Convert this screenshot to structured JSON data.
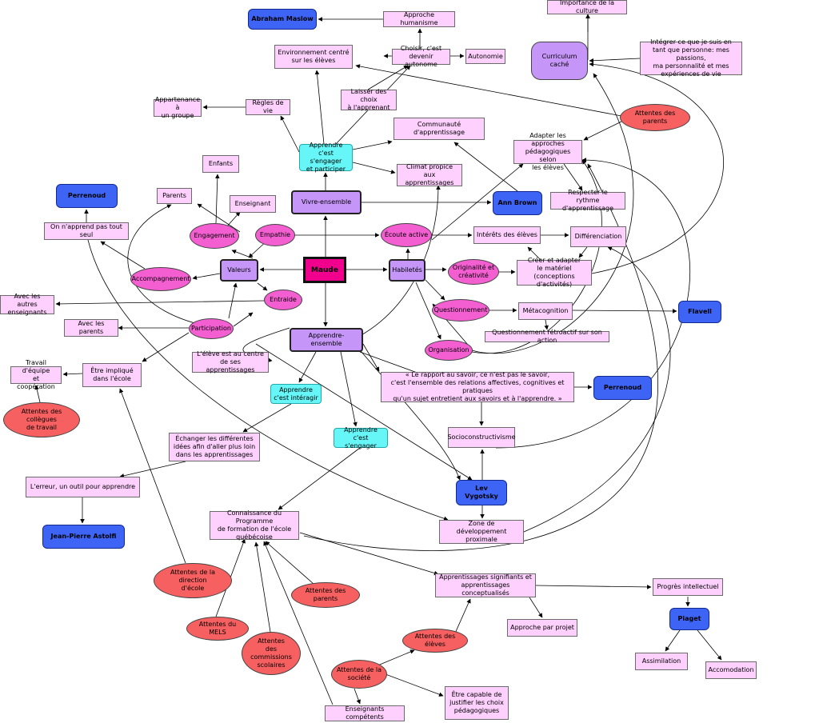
{
  "diagram": {
    "nodes": {
      "maude": "Maude",
      "valeurs": "Valeurs",
      "habiletes": "Habiletés",
      "vivre_ensemble": "Vivre-ensemble",
      "apprendre_ensemble": "Apprendre-ensemble",
      "apprendre_engager_participer": "Apprendre\nc'est s'engager\net participer",
      "apprendre_interagir": "Apprendre\nc'est intéragir",
      "apprendre_engager": "Apprendre\nc'est s'engager",
      "abraham_maslow": "Abraham Maslow",
      "approche_humanisme": "Approche humanisme",
      "choisir_autonome": "Choisir, c'est\ndevenir autonome",
      "autonomie": "Autonomie",
      "environnement_centre": "Environnement centré\nsur les élèves",
      "laisser_choix": "Laisser des choix\nà l'apprenant",
      "regles_vie": "Règles de vie",
      "appartenance": "Appartenance à\nun groupe",
      "communaute": "Communauté d'apprentissage",
      "climat": "Climat propice aux\napprentissages",
      "importance_culture": "Importance de la culture",
      "curriculum_cache": "Curriculum\ncaché",
      "integrer": "Intégrer ce que je suis en\ntant que personne: mes passions,\nma personnalité et mes\nexpériences de vie",
      "attentes_parents_top": "Attentes des parents",
      "adapter_approches": "Adapter les approches\npédagogiques selon\nles élèves",
      "respecter_rythme": "Respecter le\nrythme d'apprentissage",
      "ann_brown": "Ann Brown",
      "enfants": "Enfants",
      "parents": "Parents",
      "enseignant": "Enseignant",
      "engagement": "Engagement",
      "empathie": "Empathie",
      "ecoute_active": "Écoute active",
      "interets_eleves": "Intérêts des élèves",
      "differenciation": "Différenciation",
      "originalite": "Originalité et\ncréativité",
      "creer_adapter": "Créer et adapter\nle matériel\n(conceptions d'activités)",
      "perrenoud_left": "Perrenoud",
      "on_apprend": "On n'apprend pas tout seul",
      "accompagnement": "Accompagnement",
      "avec_enseignants": "Avec les autres\nenseignants",
      "entraide": "Entraide",
      "avec_parents": "Avec les parents",
      "participation": "Participation",
      "eleve_centre": "L'élève est au centre\nde ses apprentissages",
      "questionnement": "Questionnement",
      "metacognition": "Métacognition",
      "flavell": "Flavell",
      "questionnement_retroactif": "Questionnement rétroactif sur son action",
      "organisation": "Organisation",
      "travail_equipe": "Travail d'équipe\net coopération",
      "etre_implique": "Être impliqué\ndans l'école",
      "attentes_collegues": "Attentes des collègues\nde travail",
      "rapport_savoir": "« Le rapport au savoir, ce n'est pas le savoir,\nc'est l'ensemble des relations affectives, cognitives et pratiques\nqu'un sujet entretient aux savoirs et à l'apprendre. »",
      "perrenoud_right": "Perrenoud",
      "socioconstructivisme": "Socioconstructivisme",
      "echanger": "Échanger les différentes\nidées afin d'aller plus loin\ndans les apprentissages",
      "erreur": "L'erreur, un outil pour apprendre",
      "astolfi": "Jean-Pierre Astolfi",
      "lev_vygotsky": "Lev\nVygotsky",
      "zone_developpement": "Zone de développement\nproximale",
      "connaissance_programme": "Connaissance du Programme\nde formation de l'école\nquébécoise",
      "attentes_direction": "Attentes de la direction\nd'école",
      "attentes_parents_bottom": "Attentes des parents",
      "attentes_mels": "Attentes du MELS",
      "attentes_commissions": "Attentes\ndes\ncommissions\nscolaires",
      "apprentissages_signifiants": "Apprentissages signifiants et\napprentissages conceptualisés",
      "approche_projet": "Approche par projet",
      "attentes_eleves": "Attentes des élèves",
      "attentes_societe": "Attentes de la\nsociété",
      "etre_capable": "Être capable de\njustifier les choix\npédagogiques",
      "enseignants_competents": "Enseignants compétents",
      "progres_intellectuel": "Progrès intellectuel",
      "piaget": "Piaget",
      "assimilation": "Assimilation",
      "accomodation": "Accomodation"
    },
    "colors": {
      "concept": "#fdd0fd",
      "category": "#c596f8",
      "root": "#f0008c",
      "learning": "#66f6f7",
      "author": "#3d64f5",
      "skill": "#f35fd1",
      "expectation": "#f76060",
      "link": "#000000"
    }
  }
}
